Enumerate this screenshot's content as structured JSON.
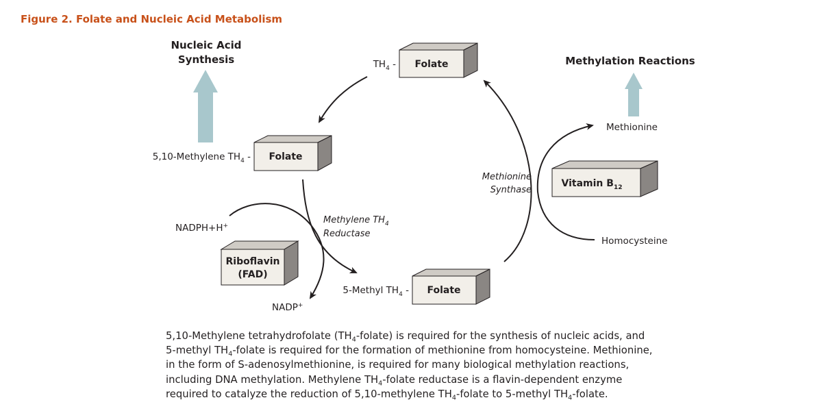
{
  "figure_title": "Figure 2. Folate and Nucleic Acid Metabolism",
  "top_left_heading": {
    "line1": "Nucleic Acid",
    "line2": "Synthesis"
  },
  "top_right_heading": "Methylation Reactions",
  "boxes": {
    "top_folate": "Folate",
    "left_folate": "Folate",
    "bottom_folate": "Folate",
    "vitamin_b12": {
      "main": "Vitamin B",
      "sub": "12"
    },
    "riboflavin": {
      "line1": "Riboflavin",
      "line2": "(FAD)"
    }
  },
  "prefixes": {
    "top": {
      "main": "TH",
      "sub": "4",
      "dash": " -"
    },
    "left": {
      "main": "5,10-Methylene TH",
      "sub": "4",
      "dash": " -"
    },
    "bottom": {
      "main": "5-Methyl TH",
      "sub": "4",
      "dash": " -"
    }
  },
  "enzymes": {
    "methionine_synthase": {
      "line1": "Methionine",
      "line2": "Synthase"
    },
    "methylene_reductase": {
      "line1_main": "Methylene TH",
      "line1_sub": "4",
      "line2": "Reductase"
    }
  },
  "cofactors": {
    "nadph": {
      "main": "NADPH+H",
      "sup": "+"
    },
    "nadp": {
      "main": "NADP",
      "sup": "+"
    },
    "methionine": "Methionine",
    "homocysteine": "Homocysteine"
  },
  "caption": {
    "l1a": "5,10-Methylene tetrahydrofolate (TH",
    "l1s": "4",
    "l1b": "-folate) is required for the synthesis of nucleic acids, and",
    "l2a": "5-methyl TH",
    "l2s": "4",
    "l2b": "-folate is required for the formation of methionine from homocysteine. Methionine,",
    "l3": "in the form of S-adenosylmethionine, is required for many biological methylation reactions,",
    "l4a": "including DNA methylation. Methylene TH",
    "l4s": "4",
    "l4b": "-folate reductase is a flavin-dependent enzyme",
    "l5a": "required to catalyze the reduction of 5,10-methylene TH",
    "l5s": "4",
    "l5b": "-folate to 5-methyl TH",
    "l5s2": "4",
    "l5c": "-folate."
  },
  "colors": {
    "title": "#c8511a",
    "up_arrow": "#a8c7cc",
    "box_front": "#f2efe9",
    "box_top": "#cfcbc5",
    "box_side": "#8a8683",
    "line": "#231f20"
  }
}
